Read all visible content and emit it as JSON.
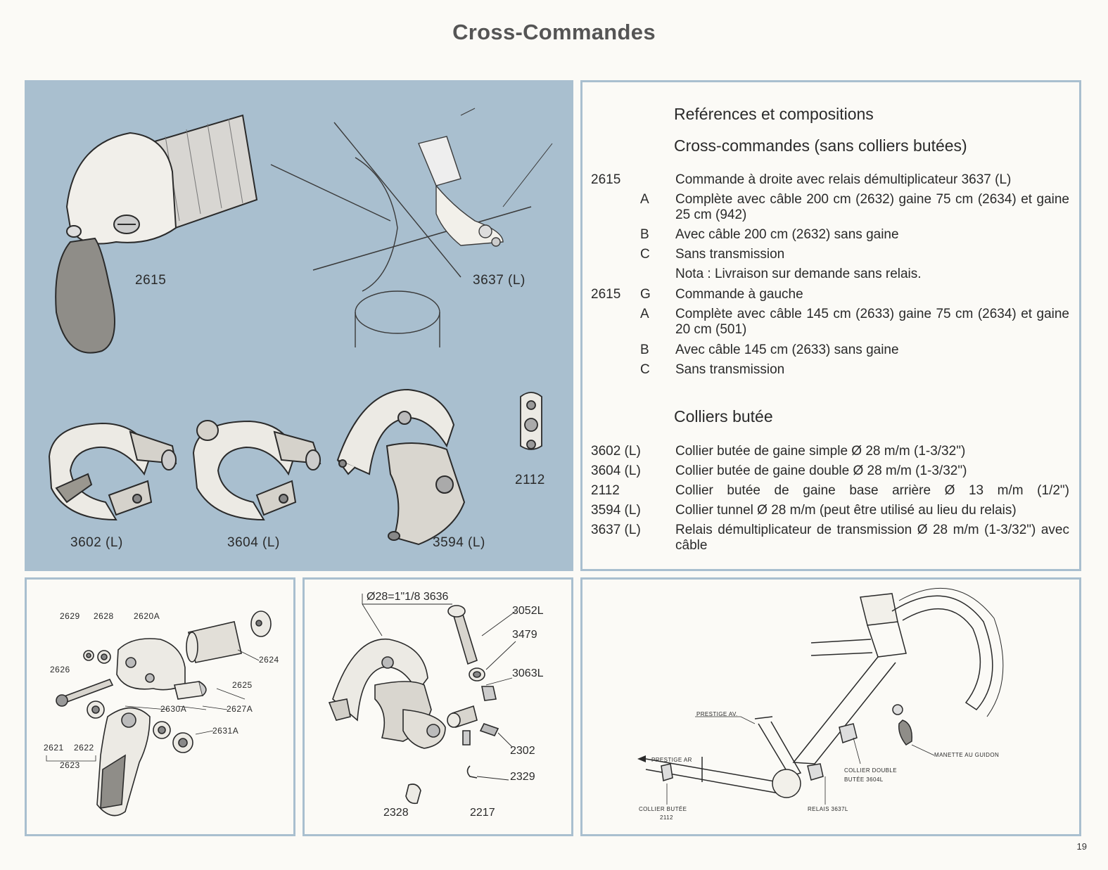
{
  "page": {
    "title": "Cross-Commandes",
    "page_number": "19"
  },
  "photo_panel": {
    "labels": {
      "l2615": "2615",
      "l3637": "3637 (L)",
      "l3602": "3602 (L)",
      "l3604": "3604 (L)",
      "l3594": "3594 (L)",
      "l2112": "2112"
    }
  },
  "references": {
    "heading_1": "Reférences et compositions",
    "heading_2": "Cross-commandes (sans colliers butées)",
    "rows_1": [
      {
        "code": "2615",
        "letter": "",
        "desc": "Commande à droite avec relais démultiplicateur 3637 (L)"
      },
      {
        "code": "",
        "letter": "A",
        "desc": "Complète avec câble 200 cm (2632) gaine 75 cm (2634) et gaine 25 cm (942)"
      },
      {
        "code": "",
        "letter": "B",
        "desc": "Avec câble 200 cm (2632) sans gaine"
      },
      {
        "code": "",
        "letter": "C",
        "desc": "Sans transmission"
      },
      {
        "code": "",
        "letter": "",
        "desc": "Nota : Livraison sur demande sans relais."
      },
      {
        "code": "2615",
        "letter": "G",
        "desc": "Commande à gauche"
      },
      {
        "code": "",
        "letter": "A",
        "desc": "Complète avec câble 145 cm (2633) gaine 75 cm (2634) et gaine 20 cm (501)"
      },
      {
        "code": "",
        "letter": "B",
        "desc": "Avec câble 145 cm (2633) sans gaine"
      },
      {
        "code": "",
        "letter": "C",
        "desc": "Sans transmission"
      }
    ],
    "heading_3": "Colliers butée",
    "rows_2": [
      {
        "code": "3602 (L)",
        "desc": "Collier butée de gaine simple Ø 28 m/m (1-3/32\")"
      },
      {
        "code": "3604 (L)",
        "desc": "Collier butée de gaine double Ø 28 m/m (1-3/32\")"
      },
      {
        "code": "2112",
        "desc": "Collier butée de gaine base arrière Ø 13 m/m (1/2\")"
      },
      {
        "code": "3594 (L)",
        "desc": "Collier tunnel Ø 28 m/m (peut être utilisé au lieu du relais)"
      },
      {
        "code": "3637 (L)",
        "desc": "Relais démultiplicateur de transmission Ø 28 m/m (1-3/32\") avec câble"
      }
    ]
  },
  "exploded": {
    "labels": {
      "p2629": "2629",
      "p2628": "2628",
      "p2620A": "2620A",
      "p2624": "2624",
      "p2626": "2626",
      "p2625": "2625",
      "p2630A": "2630A",
      "p2627A": "2627A",
      "p2631A": "2631A",
      "p2621": "2621",
      "p2622": "2622",
      "p2623": "2623"
    }
  },
  "relay": {
    "labels": {
      "dim": "Ø28=1\"1/8 3636",
      "p3052L": "3052L",
      "p3479": "3479",
      "p3063L": "3063L",
      "p2302": "2302",
      "p2329": "2329",
      "p2328": "2328",
      "p2217": "2217"
    }
  },
  "install": {
    "labels": {
      "prestige_av": "PRESTIGE AV.",
      "prestige_ar": "PRESTIGE AR",
      "collier_butee": "COLLIER BUTÉE",
      "collier_butee_code": "2112",
      "relais": "RELAIS 3637L",
      "collier_double": "COLLIER DOUBLE",
      "collier_double_2": "BUTÉE 3604L",
      "manette": "MANETTE AU GUIDON"
    }
  }
}
